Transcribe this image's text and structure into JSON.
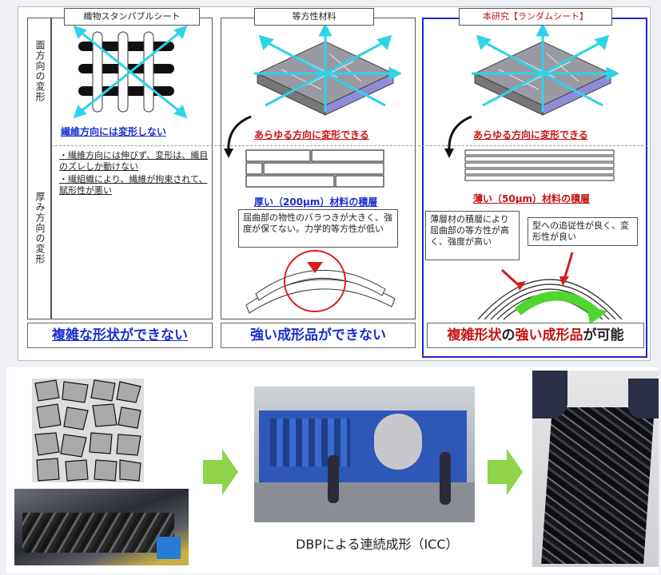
{
  "columns": {
    "col1_title": "織物スタンパブルシート",
    "col2_title": "等方性材料",
    "col3_title": "本研究【ランダムシート】"
  },
  "row_labels": {
    "in_plane": "面方向の変形",
    "thickness": "厚み方向の変形"
  },
  "captions": {
    "col1": "繊維方向には変形しない",
    "col2": "あらゆる方向に変形できる",
    "col3": "あらゆる方向に変形できる",
    "col2_layer": "厚い（200μm）材料の積層",
    "col3_layer": "薄い（50μm）材料の積層"
  },
  "notes": {
    "col1_bullets": [
      "・繊維方向には伸びず、変形は、繊目のズレしか動けない",
      "・繊組織により、繊維が拘束されて、賦形性が悪い"
    ],
    "col2_box": "屈曲部の物性のバラつきが大きく、強度が保てない。力学的等方性が低い",
    "col3_box_left": "薄層材の積層により屈曲部の等方性が高く、強度が高い",
    "col3_box_right": "型への追従性が良く、変形性が良い"
  },
  "bottom_labels": {
    "col1": "複雑な形状ができない",
    "col2": "強い成形品ができない",
    "col3_part1": "複雑形状",
    "col3_part2": "の",
    "col3_part3": "強い成形品",
    "col3_part4": "が可能"
  },
  "process_caption": "DBPによる連続成形（ICC）",
  "colors": {
    "accent_blue": "#1a2fd0",
    "accent_red": "#c81414",
    "arrow_cyan": "#2fd3e8",
    "arrow_green": "#8fd34a",
    "frame_blue": "#1c2bc0"
  }
}
